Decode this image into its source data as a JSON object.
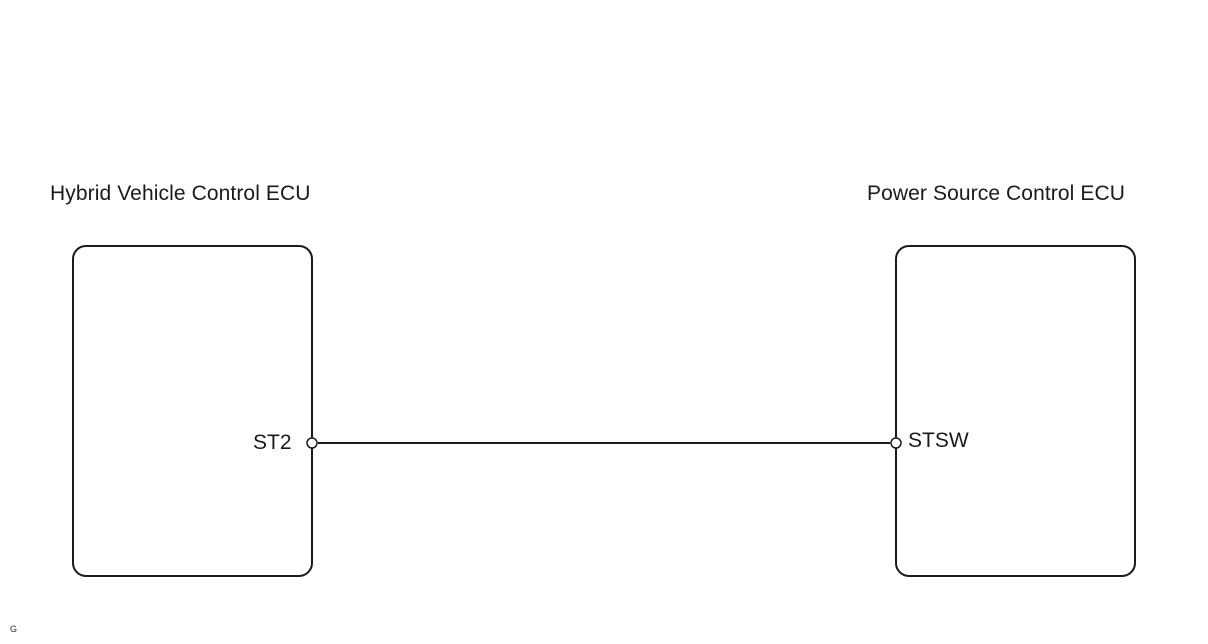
{
  "components": {
    "left": {
      "title": "Hybrid Vehicle Control ECU",
      "pin": "ST2"
    },
    "right": {
      "title": "Power Source Control ECU",
      "pin": "STSW"
    }
  },
  "footer_mark": "G",
  "colors": {
    "line": "#1a1a1a",
    "background": "#ffffff"
  }
}
